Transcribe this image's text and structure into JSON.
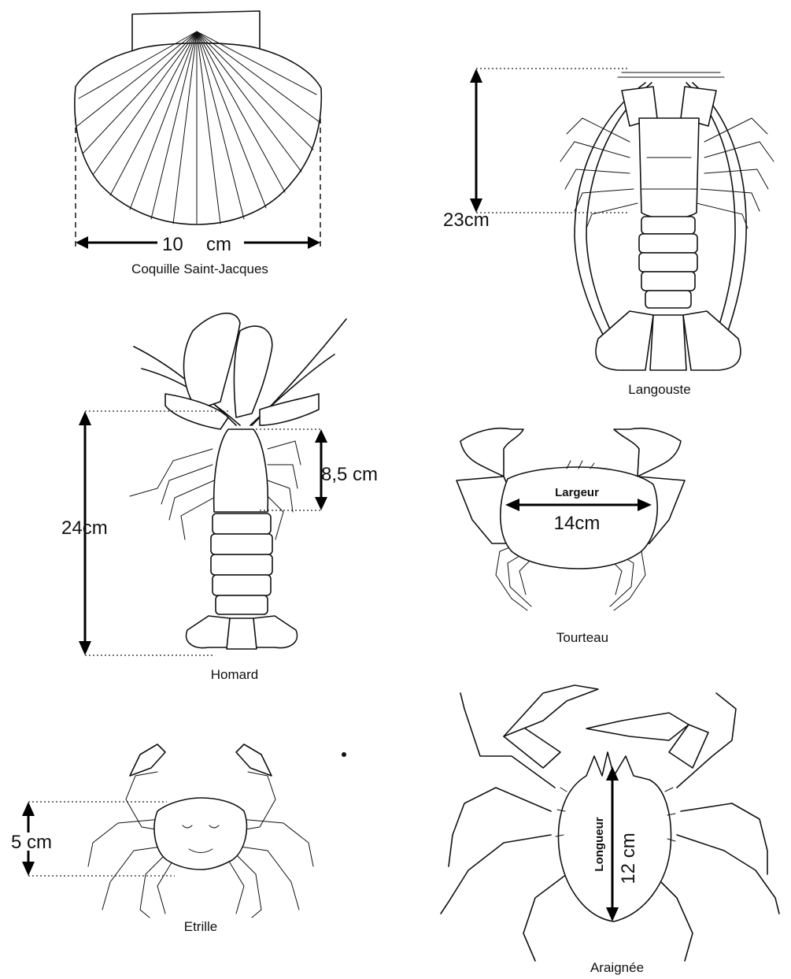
{
  "species": {
    "coquille": {
      "name": "Coquille Saint-Jacques",
      "size_num": "10",
      "size_unit": "cm"
    },
    "langouste": {
      "name": "Langouste",
      "size": "23cm"
    },
    "homard": {
      "name": "Homard",
      "size": "24cm",
      "carapace": "8,5 cm"
    },
    "tourteau": {
      "name": "Tourteau",
      "dimension": "Largeur",
      "size": "14cm"
    },
    "etrille": {
      "name": "Etrille",
      "size": "5 cm"
    },
    "araignee": {
      "name": "Araignée",
      "dimension": "Longueur",
      "size": "12 cm"
    }
  }
}
